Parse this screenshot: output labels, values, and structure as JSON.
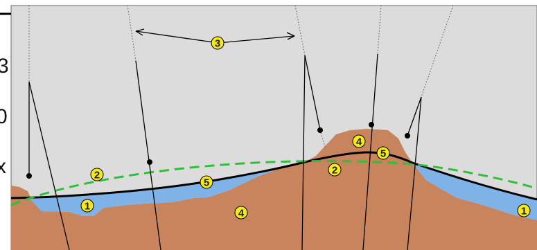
{
  "colors": {
    "background": "#dcdcdc",
    "terrain": "#c8845c",
    "water": "#7fb3e8",
    "geoid": "#2fbf3a",
    "marker_fill": "#f5e81d",
    "line": "#000000"
  },
  "left_edge_text": [
    "3",
    "0",
    "x"
  ],
  "markers": [
    {
      "id": "m3",
      "label": "3"
    },
    {
      "id": "m2a",
      "label": "2"
    },
    {
      "id": "m5a",
      "label": "5"
    },
    {
      "id": "m1a",
      "label": "1"
    },
    {
      "id": "m4a",
      "label": "4"
    },
    {
      "id": "m4b",
      "label": "4"
    },
    {
      "id": "m5b",
      "label": "5"
    },
    {
      "id": "m2b",
      "label": "2"
    },
    {
      "id": "m1b",
      "label": "1"
    }
  ]
}
